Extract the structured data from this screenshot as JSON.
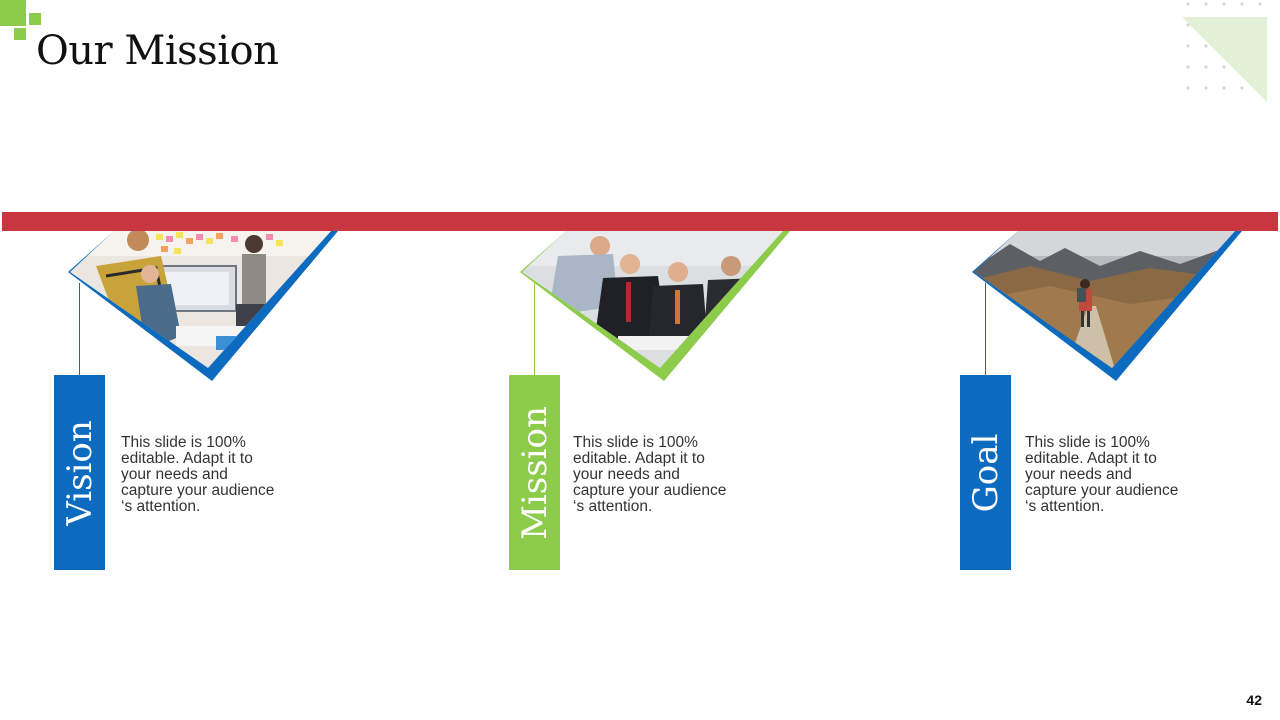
{
  "slide": {
    "title": "Our Mission",
    "page_number": "42"
  },
  "colors": {
    "green": "#8dcb4b",
    "blue": "#0c6bbf",
    "red_bar": "#c8363f",
    "light_green": "#e2f0d5"
  },
  "cards": [
    {
      "label": "Vision",
      "text": "This slide is 100% editable. Adapt it to your needs and capture your audience ‘s attention.",
      "accent": "blue",
      "photo": "team-meeting-whiteboard-photo"
    },
    {
      "label": "Mission",
      "text": "This slide is 100% editable. Adapt it to your needs and capture your audience ‘s attention.",
      "accent": "green",
      "photo": "business-team-discussion-photo"
    },
    {
      "label": "Goal",
      "text": "This slide is 100% editable. Adapt it to your needs and capture your audience ‘s attention.",
      "accent": "blue",
      "photo": "mountain-hiker-photo"
    }
  ]
}
